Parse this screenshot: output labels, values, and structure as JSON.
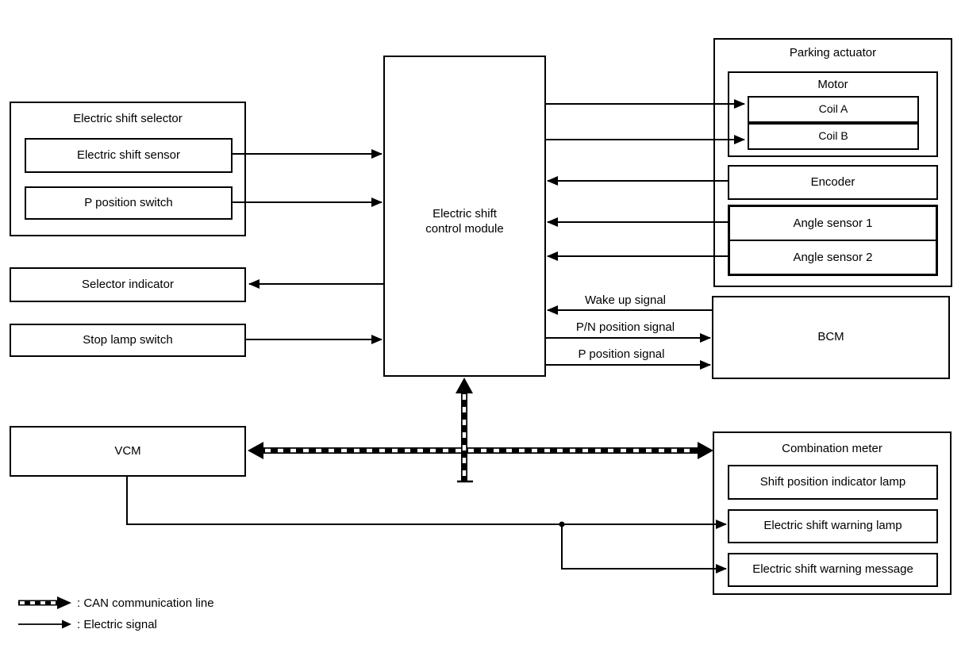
{
  "nodes": {
    "selector_group": {
      "title": "Electric shift selector"
    },
    "shift_sensor": {
      "label": "Electric shift sensor"
    },
    "p_switch": {
      "label": "P position switch"
    },
    "selector_indicator": {
      "label": "Selector indicator"
    },
    "stop_lamp_switch": {
      "label": "Stop lamp switch"
    },
    "vcm": {
      "label": "VCM"
    },
    "control_module": {
      "label": "Electric shift\ncontrol module"
    },
    "parking_actuator": {
      "title": "Parking actuator"
    },
    "motor": {
      "title": "Motor"
    },
    "coil_a": {
      "label": "Coil A"
    },
    "coil_b": {
      "label": "Coil B"
    },
    "encoder": {
      "label": "Encoder"
    },
    "angle_sensor_1": {
      "label": "Angle sensor 1"
    },
    "angle_sensor_2": {
      "label": "Angle sensor 2"
    },
    "bcm": {
      "label": "BCM"
    },
    "combination_meter": {
      "title": "Combination meter"
    },
    "shift_position_indicator_lamp": {
      "label": "Shift position indicator lamp"
    },
    "electric_shift_warning_lamp": {
      "label": "Electric shift warning lamp"
    },
    "electric_shift_warning_message": {
      "label": "Electric shift warning message"
    }
  },
  "signal_labels": {
    "wake_up": "Wake up signal",
    "pn_position": "P/N position signal",
    "p_position": "P position signal"
  },
  "legend": {
    "can": ": CAN communication line",
    "electric": ": Electric signal"
  },
  "colors": {
    "line": "#000000",
    "background": "#ffffff"
  }
}
